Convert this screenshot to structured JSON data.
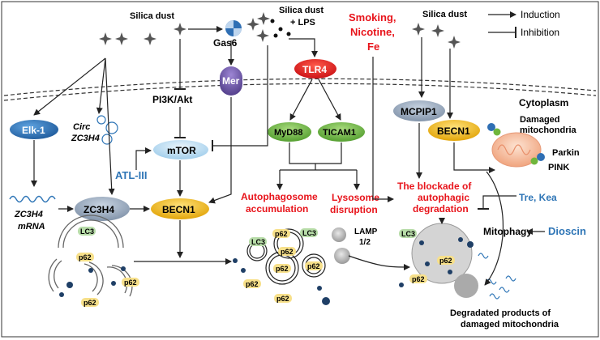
{
  "legend": {
    "induction": "Induction",
    "inhibition": "Inhibition"
  },
  "stimuli": {
    "silica_dust_left": "Silica dust",
    "silica_dust_lps_line1": "Silica dust",
    "silica_dust_lps_line2": "+ LPS",
    "smoking_line1": "Smoking,",
    "smoking_line2": "Nicotine,",
    "smoking_line3": "Fe",
    "silica_dust_right": "Silica dust"
  },
  "compartments": {
    "cytoplasm": "Cytoplasm"
  },
  "nodes": {
    "gas6": "Gas6",
    "mer": "Mer",
    "tlr4": "TLR4",
    "pi3k_akt": "PI3K/Akt",
    "mtor": "mTOR",
    "elk1": "Elk-1",
    "circ_line1": "Circ",
    "circ_line2": "ZC3H4",
    "zc3h4": "ZC3H4",
    "zc3h4_mrna_line1": "ZC3H4",
    "zc3h4_mrna_line2": "mRNA",
    "becn1_left": "BECN1",
    "myd88": "MyD88",
    "ticam1": "TICAM1",
    "mcpip1": "MCPIP1",
    "becn1_right": "BECN1",
    "damaged_mito_line1": "Damaged",
    "damaged_mito_line2": "mitochondria",
    "parkin": "Parkin",
    "pink": "PINK"
  },
  "inhibitors": {
    "atl_iii": "ATL-III",
    "tre_kea": "Tre, Kea",
    "dioscin": "Dioscin"
  },
  "processes": {
    "autophagosome_line1": "Autophagosome",
    "autophagosome_line2": "accumulation",
    "lysosome_line1": "Lysosome",
    "lysosome_line2": "disruption",
    "lamp_line1": "LAMP",
    "lamp_line2": "1/2",
    "blockade_line1": "The blockade of",
    "blockade_line2": "autophagic",
    "blockade_line3": "degradation",
    "mitophagy": "Mitophagy",
    "degraded_line1": "Degradated products of",
    "degraded_line2": "damaged mitochondria"
  },
  "markers": {
    "lc3": "LC3",
    "p62": "p62"
  },
  "colors": {
    "red_text": "#e8141b",
    "blue_text": "#2e75b6",
    "elk1": "#1f5b9c",
    "tlr4": "#e8141b",
    "mer": "#6a55a3",
    "green_node": "#6fb63c",
    "becn1": "#f2b800",
    "mtor": "#b8d9ef",
    "zc3h4": "#8ea1b8",
    "lc3": "#b7dca8",
    "p62": "#f7e08a",
    "mito": "#f4c4a8"
  }
}
